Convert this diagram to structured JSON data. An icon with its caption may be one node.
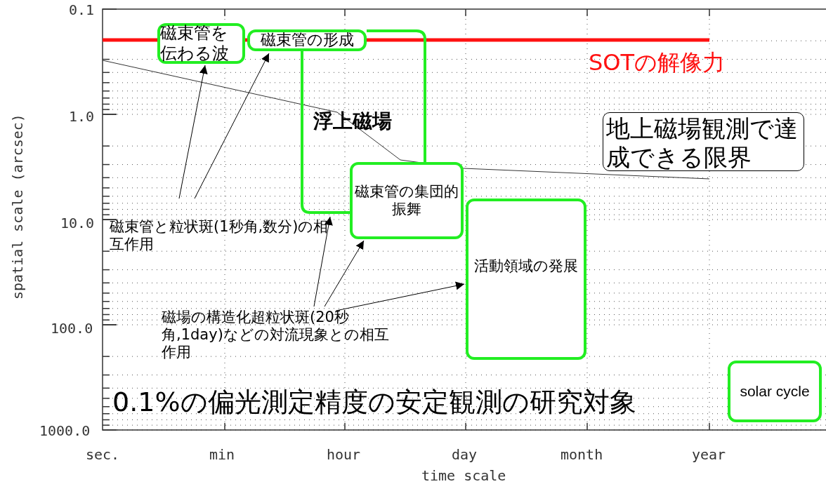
{
  "diagram": {
    "nodes": [
      {
        "text": [
          "磁束管を伝わる波"
        ]
      },
      {
        "text": [
          "磁束管の形成"
        ]
      },
      {
        "text": [
          "浮上磁場"
        ]
      },
      {
        "text": [
          "磁束管の集団的振舞"
        ]
      },
      {
        "text": [
          "活動領域の発展"
        ]
      },
      {
        "text": [
          "solar cycle"
        ]
      },
      {
        "text": [
          "地上磁場観測で達成できる限界"
        ]
      },
      {
        "text": [
          "磁束管と粒状斑(1秒角,数分)の相互作用"
        ]
      },
      {
        "text": [
          "磁場の構造化超粒状斑(20秒角,1day)などの対流現象との相互作用"
        ]
      }
    ],
    "edges": [
      {
        "from": 7,
        "to": 0,
        "arrow": "to"
      },
      {
        "from": 7,
        "to": 1,
        "arrow": "to"
      },
      {
        "from": 8,
        "to": 2,
        "arrow": "to"
      },
      {
        "from": 8,
        "to": 3,
        "arrow": "to"
      },
      {
        "from": 8,
        "to": 4,
        "arrow": "to"
      }
    ],
    "labels": [
      "SOTの解像力",
      "0.1%の偏光測定精度の安定観測の研究対象",
      "0.1",
      "1.0",
      "10.0",
      "100.0",
      "1000.0",
      "sec.",
      "min",
      "hour",
      "day",
      "month",
      "year",
      "time scale",
      "spatial scale (arcsec)"
    ]
  }
}
